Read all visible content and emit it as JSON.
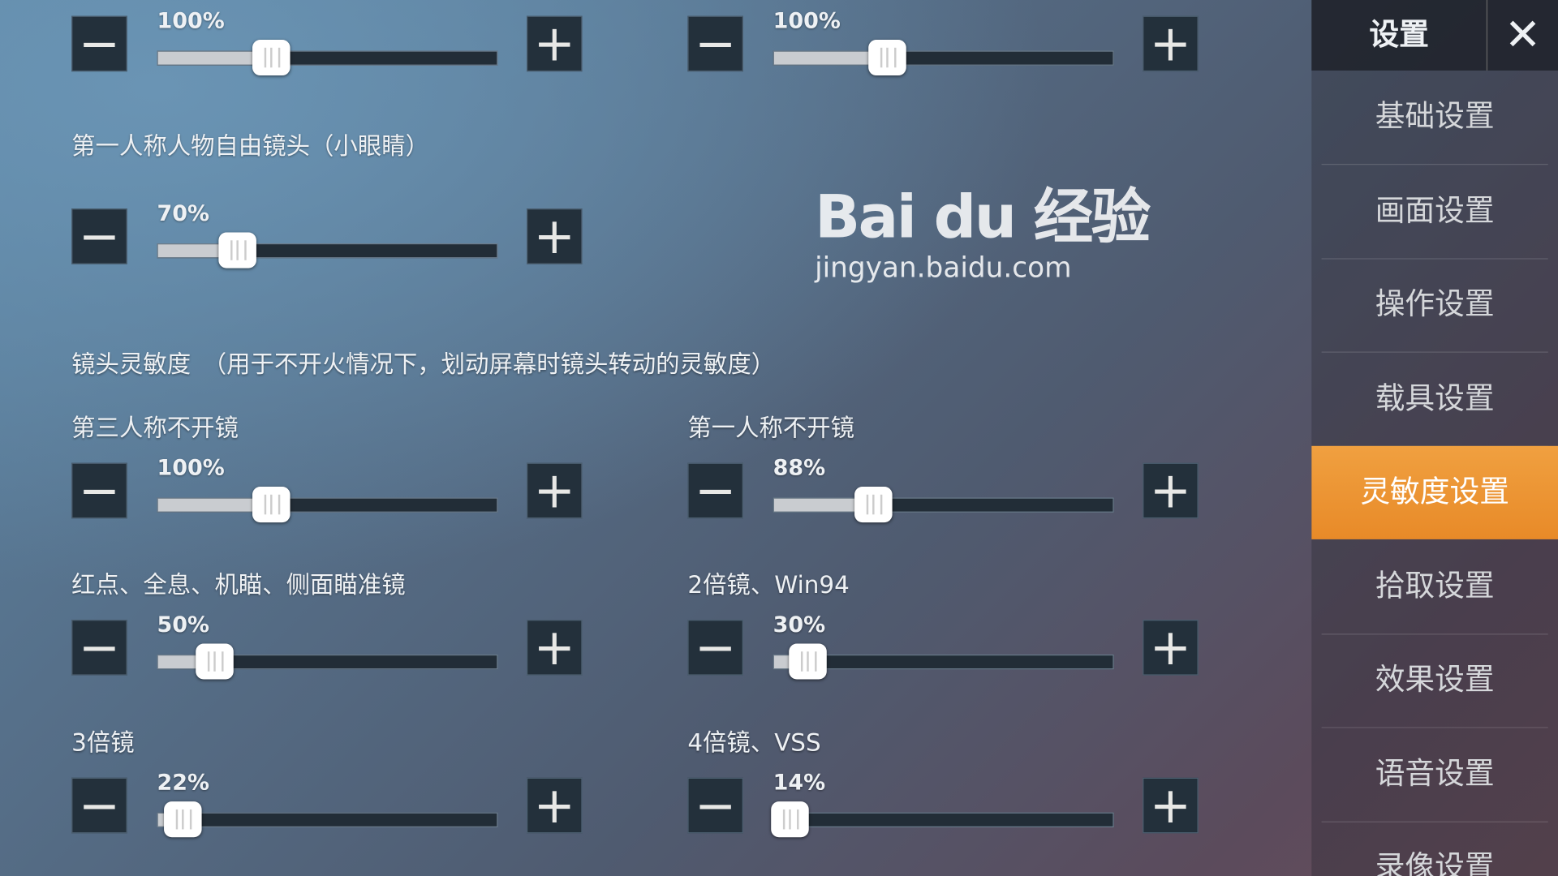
{
  "top_sliders": [
    {
      "value": 100
    },
    {
      "value": 100
    }
  ],
  "fp_free_cam": {
    "label": "第一人称人物自由镜头（小眼睛）",
    "value": 70
  },
  "camera_sens": {
    "label": "镜头灵敏度　（用于不开火情况下，划动屏幕时镜头转动的灵敏度）",
    "sliders": [
      {
        "label": "第三人称不开镜",
        "value": 100
      },
      {
        "label": "第一人称不开镜",
        "value": 88
      },
      {
        "label": "红点、全息、机瞄、侧面瞄准镜",
        "value": 50
      },
      {
        "label": "2倍镜、Win94",
        "value": 30
      },
      {
        "label": "3倍镜",
        "value": 22
      },
      {
        "label": "4倍镜、VSS",
        "value": 14
      }
    ]
  },
  "slider_max": 300,
  "buttons": {
    "minus": "−",
    "plus": "+"
  },
  "sidebar": {
    "title": "设置",
    "close": "✕",
    "active_color": "#ec9430",
    "items": [
      "基础设置",
      "画面设置",
      "操作设置",
      "载具设置",
      "灵敏度设置",
      "拾取设置",
      "效果设置",
      "语音设置",
      "录像设置"
    ],
    "active_index": 4
  },
  "watermark": {
    "brand": "Bai du 经验",
    "url": "jingyan.baidu.com"
  }
}
